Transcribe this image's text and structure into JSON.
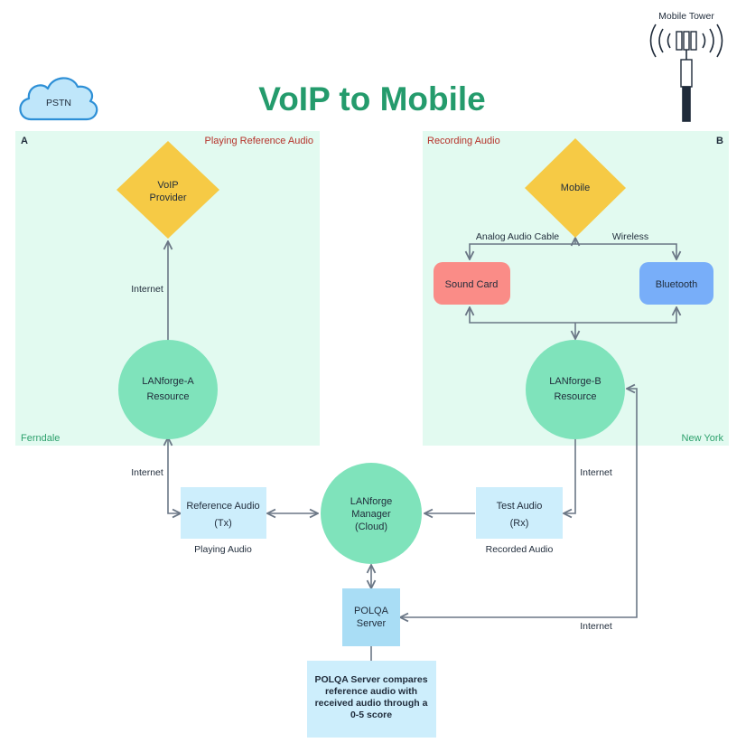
{
  "title": "VoIP to Mobile",
  "cloud": {
    "label": "PSTN"
  },
  "tower": {
    "label": "Mobile Tower"
  },
  "zone_a": {
    "letter": "A",
    "role": "Playing Reference Audio",
    "location": "Ferndale"
  },
  "zone_b": {
    "letter": "B",
    "role": "Recording Audio",
    "location": "New York"
  },
  "nodes": {
    "voip_provider": {
      "line1": "VoIP",
      "line2": "Provider"
    },
    "lanforge_a": {
      "line1": "LANforge-A",
      "line2": "Resource"
    },
    "mobile": {
      "label": "Mobile"
    },
    "sound_card": {
      "label": "Sound Card"
    },
    "bluetooth": {
      "label": "Bluetooth"
    },
    "lanforge_b": {
      "line1": "LANforge-B",
      "line2": "Resource"
    },
    "manager": {
      "line1": "LANforge",
      "line2": "Manager",
      "line3": "(Cloud)"
    },
    "reference_audio": {
      "line1": "Reference Audio",
      "line2": "(Tx)",
      "caption": "Playing Audio"
    },
    "test_audio": {
      "line1": "Test Audio",
      "line2": "(Rx)",
      "caption": "Recorded Audio"
    },
    "polqa": {
      "line1": "POLQA",
      "line2": "Server"
    },
    "note": {
      "line1": "POLQA Server compares",
      "line2": "reference audio with",
      "line3": "received audio through a",
      "line4": "0-5 score"
    }
  },
  "edge_labels": {
    "internet_a_top": "Internet",
    "internet_a_bottom": "Internet",
    "internet_b": "Internet",
    "internet_polqa": "Internet",
    "analog": "Analog Audio Cable",
    "wireless": "Wireless"
  },
  "colors": {
    "title": "#249b6c",
    "zone_fill": "#e2faf0",
    "zone_location": "#2ea16d",
    "zone_role": "#b5322a",
    "circle": "#7fe3bb",
    "diamond": "#f6ca45",
    "sound_card": "#fa8c87",
    "bluetooth": "#78aef9",
    "box_light": "#cdeefc",
    "box_polqa": "#a9ddf5",
    "cloud_fill": "#bfe6fa",
    "cloud_stroke": "#2d8fd6",
    "connector": "#6b7786"
  }
}
